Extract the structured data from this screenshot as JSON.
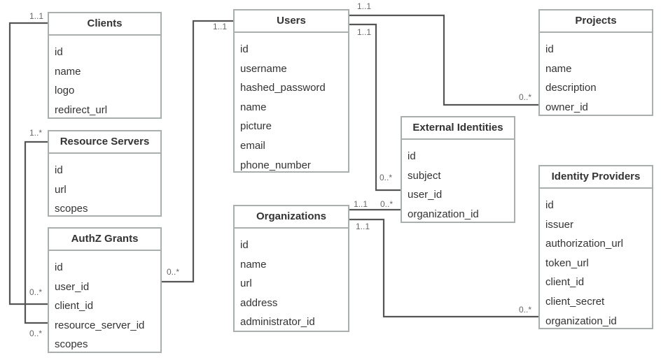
{
  "entities": {
    "clients": {
      "title": "Clients",
      "fields": [
        "id",
        "name",
        "logo",
        "redirect_url"
      ]
    },
    "resource_servers": {
      "title": "Resource Servers",
      "fields": [
        "id",
        "url",
        "scopes"
      ]
    },
    "authz_grants": {
      "title": "AuthZ Grants",
      "fields": [
        "id",
        "user_id",
        "client_id",
        "resource_server_id",
        "scopes"
      ]
    },
    "users": {
      "title": "Users",
      "fields": [
        "id",
        "username",
        "hashed_password",
        "name",
        "picture",
        "email",
        "phone_number"
      ]
    },
    "organizations": {
      "title": "Organizations",
      "fields": [
        "id",
        "name",
        "url",
        "address",
        "administrator_id"
      ]
    },
    "external_identities": {
      "title": "External Identities",
      "fields": [
        "id",
        "subject",
        "user_id",
        "organization_id"
      ]
    },
    "projects": {
      "title": "Projects",
      "fields": [
        "id",
        "name",
        "description",
        "owner_id"
      ]
    },
    "identity_providers": {
      "title": "Identity Providers",
      "fields": [
        "id",
        "issuer",
        "authorization_url",
        "token_url",
        "client_id",
        "client_secret",
        "organization_id"
      ]
    }
  },
  "relationships": [
    {
      "from": "Clients",
      "from_card": "1..1",
      "to": "AuthZ Grants.client_id",
      "to_card": "0..*"
    },
    {
      "from": "Resource Servers",
      "from_card": "1..*",
      "to": "AuthZ Grants.resource_server_id",
      "to_card": "0..*"
    },
    {
      "from": "Users",
      "from_card": "1..1",
      "to": "AuthZ Grants.user_id",
      "to_card": "0..*"
    },
    {
      "from": "Users",
      "from_card": "1..1",
      "to": "Projects.owner_id",
      "to_card": "0..*"
    },
    {
      "from": "Users",
      "from_card": "1..1",
      "to": "External Identities.user_id",
      "to_card": "0..*"
    },
    {
      "from": "Organizations",
      "from_card": "1..1",
      "to": "External Identities.organization_id",
      "to_card": "0..*"
    },
    {
      "from": "Organizations",
      "from_card": "1..1",
      "to": "Identity Providers.organization_id",
      "to_card": "0..*"
    }
  ]
}
